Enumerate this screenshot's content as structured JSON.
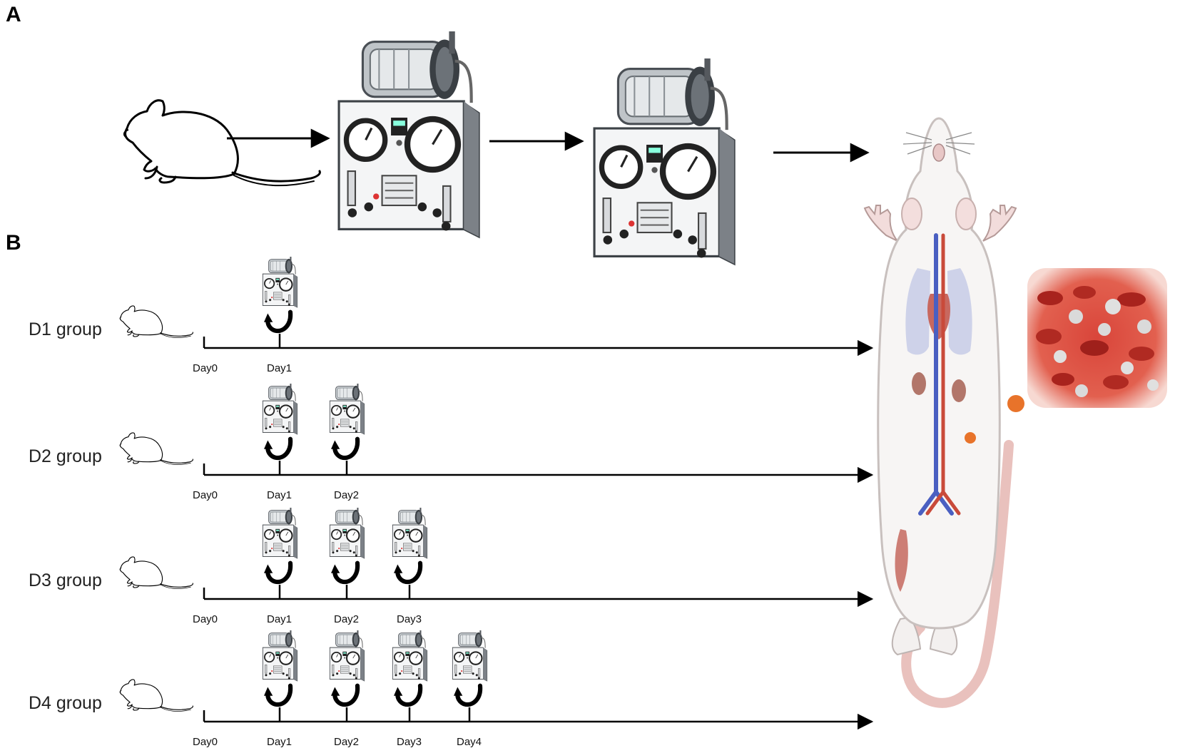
{
  "panels": {
    "a": "A",
    "b": "B"
  },
  "groups": [
    {
      "label": "D1 group",
      "baseline": "Day0",
      "sessions": [
        "Day1"
      ]
    },
    {
      "label": "D2 group",
      "baseline": "Day0",
      "sessions": [
        "Day1",
        "Day2"
      ]
    },
    {
      "label": "D3 group",
      "baseline": "Day0",
      "sessions": [
        "Day1",
        "Day2",
        "Day3"
      ]
    },
    {
      "label": "D4 group",
      "baseline": "Day0",
      "sessions": [
        "Day1",
        "Day2",
        "Day3",
        "Day4"
      ]
    }
  ],
  "icons": {
    "animal": "mouse-outline-icon",
    "device": "hyperbaric-chamber-icon",
    "return": "curved-return-arrow-icon",
    "anatomy": "rat-anatomy-icon",
    "tissue": "blood-cells-icon"
  },
  "colors": {
    "accent": "#e8732a",
    "tissue": "#c0392b",
    "vein": "#4a5fc1",
    "artery": "#c94a3a"
  }
}
